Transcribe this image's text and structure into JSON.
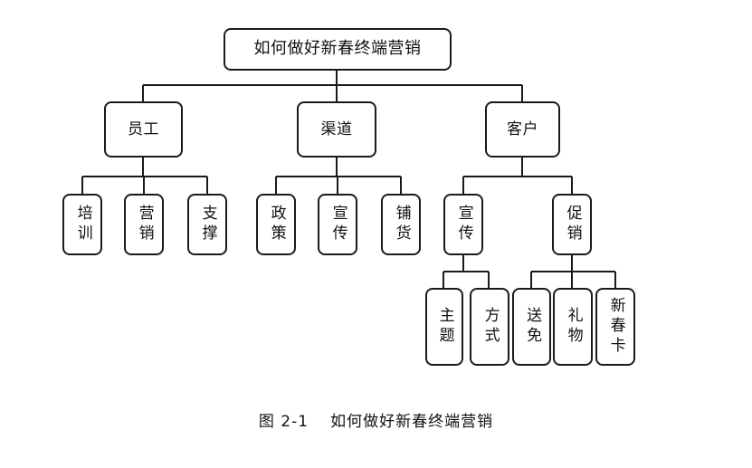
{
  "diagram": {
    "root": "如何做好新春终端营销",
    "level1": [
      "员工",
      "渠道",
      "客户"
    ],
    "employee_children": [
      "培训",
      "营销",
      "支撑"
    ],
    "channel_children": [
      "政策",
      "宣传",
      "铺货"
    ],
    "customer_children": [
      "宣传",
      "促销"
    ],
    "publicity_children": [
      "主题",
      "方式"
    ],
    "promotion_children": [
      "送免",
      "礼物",
      "新春卡"
    ]
  },
  "caption": {
    "number": "图 2-1",
    "title": "如何做好新春终端营销"
  }
}
